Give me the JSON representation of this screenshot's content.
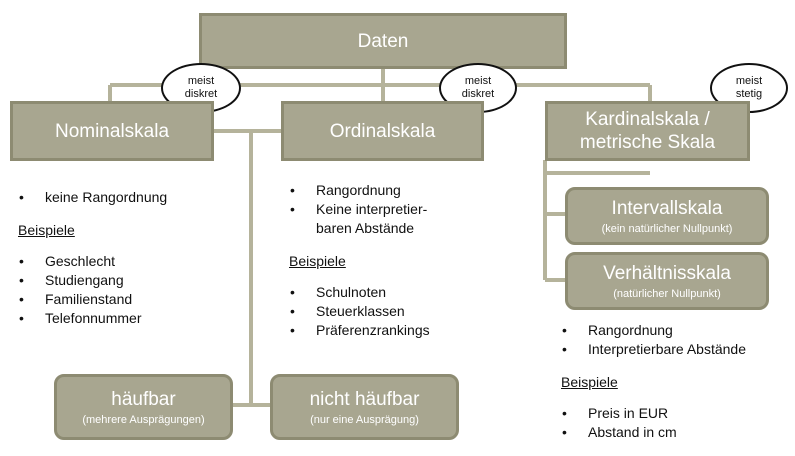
{
  "root": {
    "label": "Daten"
  },
  "ovals": [
    {
      "line1": "meist",
      "line2": "diskret"
    },
    {
      "line1": "meist",
      "line2": "diskret"
    },
    {
      "line1": "meist",
      "line2": "stetig"
    }
  ],
  "nominal": {
    "title": "Nominalskala",
    "bullets": [
      "keine Rangordnung"
    ],
    "examples_heading": "Beispiele",
    "examples": [
      "Geschlecht",
      "Studiengang",
      "Familienstand",
      "Telefonnummer"
    ]
  },
  "ordinal": {
    "title": "Ordinalskala",
    "bullets": [
      "Rangordnung",
      "Keine interpretier-\nbaren Abstände"
    ],
    "examples_heading": "Beispiele",
    "examples": [
      "Schulnoten",
      "Steuerklassen",
      "Präferenzrankings"
    ]
  },
  "kardinal": {
    "title_line1": "Kardinalskala /",
    "title_line2": "metrische Skala",
    "intervall": {
      "title": "Intervallskala",
      "subtitle": "(kein natürlicher Nullpunkt)"
    },
    "verhaeltnis": {
      "title": "Verhältnisskala",
      "subtitle": "(natürlicher Nullpunkt)"
    },
    "bullets": [
      "Rangordnung",
      "Interpretierbare Abstände"
    ],
    "examples_heading": "Beispiele",
    "examples": [
      "Preis in EUR",
      "Abstand in cm"
    ]
  },
  "haeufbar": {
    "title": "häufbar",
    "subtitle": "(mehrere Ausprägungen)"
  },
  "nicht_haeufbar": {
    "title": "nicht häufbar",
    "subtitle": "(nur eine Ausprägung)"
  },
  "colors": {
    "box_fill": "#a8a690",
    "box_border": "#8d8b72",
    "connector": "#b5b39b"
  }
}
